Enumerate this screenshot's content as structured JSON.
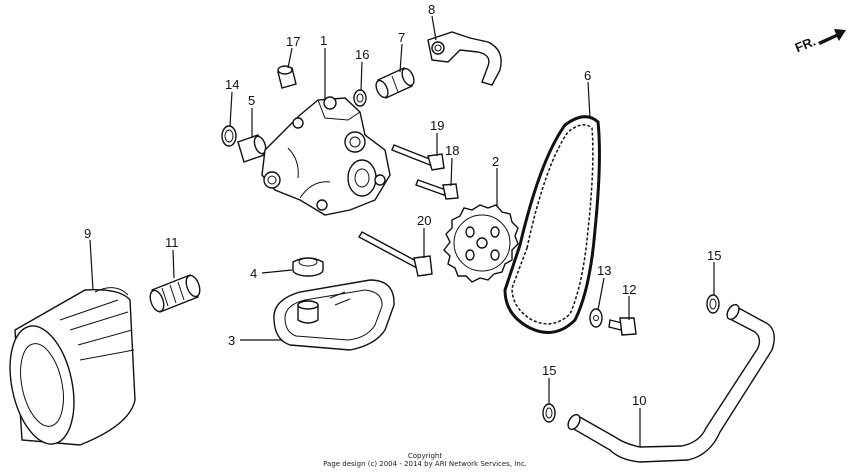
{
  "direction_label": "FR.",
  "callouts": {
    "p1": "1",
    "p2": "2",
    "p3": "3",
    "p4": "4",
    "p5": "5",
    "p6": "6",
    "p7": "7",
    "p8": "8",
    "p9": "9",
    "p10": "10",
    "p11": "11",
    "p12": "12",
    "p13": "13",
    "p14": "14",
    "p15a": "15",
    "p15b": "15",
    "p16": "16",
    "p17": "17",
    "p18": "18",
    "p19": "19",
    "p20": "20"
  },
  "copyright": {
    "line1": "Copyright",
    "line2": "Page design (c) 2004 - 2014 by ARI Network Services, Inc."
  }
}
